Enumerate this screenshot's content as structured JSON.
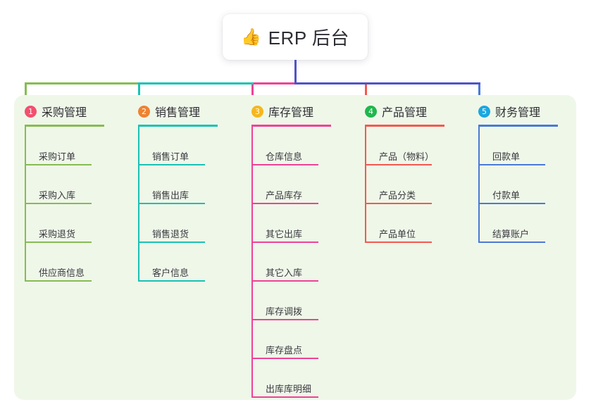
{
  "root": {
    "icon": "thumbs-up-icon",
    "icon_glyph": "👍",
    "title": "ERP 后台"
  },
  "theme": {
    "page_background": "#ffffff",
    "panel_background": "#eff7e9",
    "trunk_color": "#4f53c9",
    "text_color": "#2e2e33"
  },
  "columns": [
    {
      "number": "1",
      "title": "采购管理",
      "line_color": "#86bc52",
      "badge_color": "#f2506e",
      "items": [
        "采购订单",
        "采购入库",
        "采购退货",
        "供应商信息"
      ]
    },
    {
      "number": "2",
      "title": "销售管理",
      "line_color": "#18c2b4",
      "badge_color": "#ef8330",
      "items": [
        "销售订单",
        "销售出库",
        "销售退货",
        "客户信息"
      ]
    },
    {
      "number": "3",
      "title": "库存管理",
      "line_color": "#ef4296",
      "badge_color": "#f5b71d",
      "items": [
        "仓库信息",
        "产品库存",
        "其它出库",
        "其它入库",
        "库存调拨",
        "库存盘点",
        "出库库明细"
      ]
    },
    {
      "number": "4",
      "title": "产品管理",
      "line_color": "#f4584f",
      "badge_color": "#1fb74e",
      "items": [
        "产品（物料）",
        "产品分类",
        "产品单位"
      ]
    },
    {
      "number": "5",
      "title": "财务管理",
      "line_color": "#4a79d6",
      "badge_color": "#1aa7e0",
      "items": [
        "回款单",
        "付款单",
        "结算账户"
      ]
    }
  ]
}
